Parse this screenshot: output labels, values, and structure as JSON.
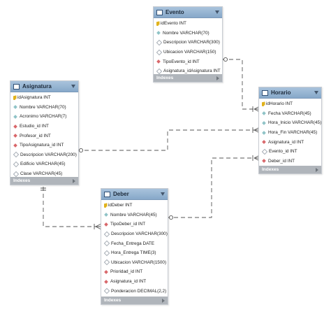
{
  "tables": {
    "evento": {
      "title": "Evento",
      "columns": [
        {
          "name": "idEvento INT",
          "icon": "key"
        },
        {
          "name": "Nombre VARCHAR(70)",
          "icon": "not-null"
        },
        {
          "name": "Descripcion VARCHAR(300)",
          "icon": "plain"
        },
        {
          "name": "Ubicacion VARCHAR(150)",
          "icon": "plain"
        },
        {
          "name": "TipoEvento_id INT",
          "icon": "foreign-key"
        },
        {
          "name": "Asignatura_idAsignatura INT",
          "icon": "plain"
        }
      ],
      "indexes_label": "Indexes"
    },
    "asignatura": {
      "title": "Asignatura",
      "columns": [
        {
          "name": "idAsignatura INT",
          "icon": "key"
        },
        {
          "name": "Nombre VARCHAR(70)",
          "icon": "not-null"
        },
        {
          "name": "Acronimo VARCHAR(7)",
          "icon": "not-null"
        },
        {
          "name": "Estudio_id INT",
          "icon": "foreign-key"
        },
        {
          "name": "Profesor_id INT",
          "icon": "foreign-key"
        },
        {
          "name": "TipoAsignatura_id INT",
          "icon": "foreign-key"
        },
        {
          "name": "Descripcion VARCHAR(200)",
          "icon": "plain"
        },
        {
          "name": "Edificio VARCHAR(45)",
          "icon": "plain"
        },
        {
          "name": "Clase VARCHAR(45)",
          "icon": "plain"
        }
      ],
      "indexes_label": "Indexes"
    },
    "horario": {
      "title": "Horario",
      "columns": [
        {
          "name": "idHorario INT",
          "icon": "key"
        },
        {
          "name": "Fecha VARCHAR(45)",
          "icon": "not-null"
        },
        {
          "name": "Hora_Inicio VARCHAR(45)",
          "icon": "not-null"
        },
        {
          "name": "Hora_Fin VARCHAR(45)",
          "icon": "not-null"
        },
        {
          "name": "Asignatura_id INT",
          "icon": "foreign-key"
        },
        {
          "name": "Evento_id INT",
          "icon": "plain"
        },
        {
          "name": "Deber_id INT",
          "icon": "foreign-key"
        }
      ],
      "indexes_label": "Indexes"
    },
    "deber": {
      "title": "Deber",
      "columns": [
        {
          "name": "idDeber INT",
          "icon": "key"
        },
        {
          "name": "Nombre VARCHAR(45)",
          "icon": "not-null"
        },
        {
          "name": "TipoDeber_id INT",
          "icon": "foreign-key"
        },
        {
          "name": "Descripcion VARCHAR(300)",
          "icon": "plain"
        },
        {
          "name": "Fecha_Entrega DATE",
          "icon": "plain"
        },
        {
          "name": "Hora_Entrega TIME(3)",
          "icon": "plain"
        },
        {
          "name": "Ubicacion VARCHAR(1500)",
          "icon": "plain"
        },
        {
          "name": "Prioridad_id INT",
          "icon": "foreign-key"
        },
        {
          "name": "Asignatura_id INT",
          "icon": "foreign-key"
        },
        {
          "name": "Ponderacion DECIMAL(2,2)",
          "icon": "plain"
        }
      ],
      "indexes_label": "Indexes"
    }
  },
  "relationships": [
    {
      "from": "Evento",
      "to": "Horario"
    },
    {
      "from": "Asignatura",
      "to": "Horario"
    },
    {
      "from": "Asignatura",
      "to": "Deber"
    },
    {
      "from": "Deber",
      "to": "Horario"
    }
  ],
  "colors": {
    "header": "#96b4d3",
    "indexes_bar": "#b0b5bb",
    "connector": "#555555",
    "key": "#e0b21c",
    "foreign_key": "#d9676b",
    "not_null": "#8fc3c7"
  }
}
